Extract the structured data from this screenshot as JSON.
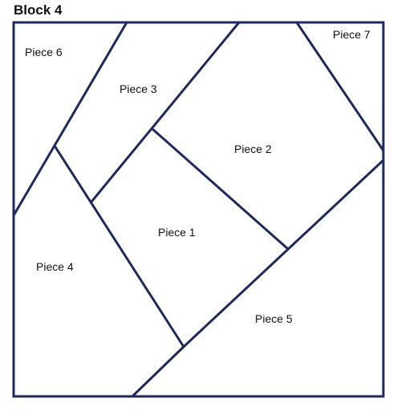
{
  "block": {
    "title": "Block 4"
  },
  "pieces": [
    {
      "id": "piece-1",
      "label": "Piece 1"
    },
    {
      "id": "piece-2",
      "label": "Piece 2"
    },
    {
      "id": "piece-3",
      "label": "Piece 3"
    },
    {
      "id": "piece-4",
      "label": "Piece 4"
    },
    {
      "id": "piece-5",
      "label": "Piece 5"
    },
    {
      "id": "piece-6",
      "label": "Piece 6"
    },
    {
      "id": "piece-7",
      "label": "Piece 7"
    }
  ],
  "colors": {
    "line": "#1f2a5c",
    "text": "#111111",
    "background": "#ffffff"
  }
}
